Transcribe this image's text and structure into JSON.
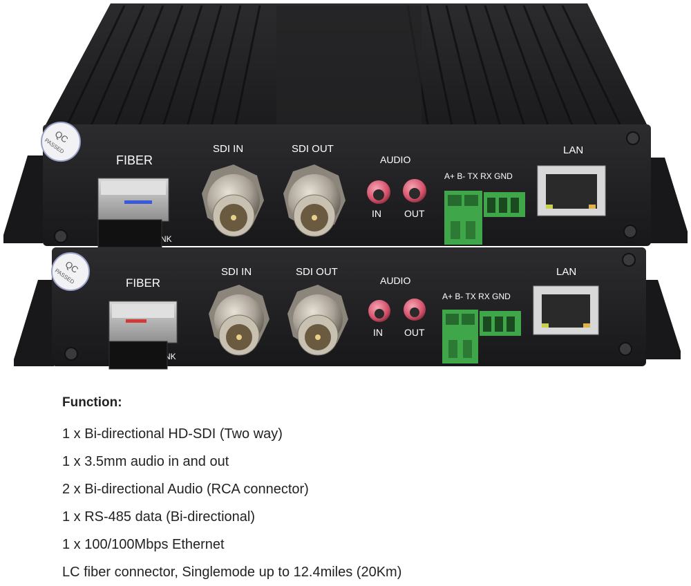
{
  "product": {
    "labels": {
      "fiber": "FIBER",
      "sdi_in": "SDI IN",
      "sdi_out": "SDI OUT",
      "audio": "AUDIO",
      "audio_in": "IN",
      "audio_out": "OUT",
      "terminal": "A+ B- TX RX GND",
      "lan": "LAN",
      "link": "NK",
      "qc": "QC",
      "qc_passed": "PASSED"
    },
    "colors": {
      "chassis": "#1f1f21",
      "terminal_block": "#3fa64a",
      "rca_red": "#d9526c",
      "bnc_metal": "#b9b2a6"
    }
  },
  "function": {
    "heading": "Function:",
    "lines": [
      "1 x Bi-directional HD-SDI (Two way)",
      "1 x 3.5mm audio in and out",
      "2 x Bi-directional Audio (RCA connector)",
      "1 x RS-485 data (Bi-directional)",
      "1 x 100/100Mbps Ethernet",
      "LC fiber connector, Singlemode up to 12.4miles (20Km)"
    ]
  }
}
